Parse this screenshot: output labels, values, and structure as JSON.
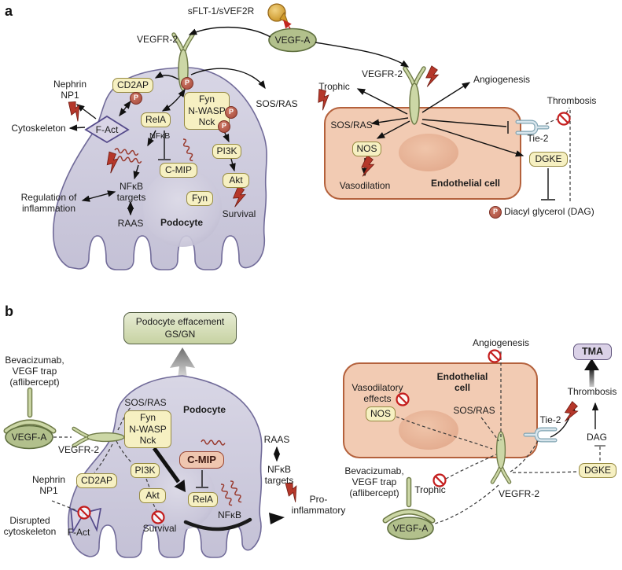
{
  "glyphs": {
    "p": "P"
  },
  "colors": {
    "podocyte_fill": "#cbc8dc",
    "podocyte_stroke": "#716b99",
    "endothelial_fill": "#f2cbb3",
    "endothelial_stroke": "#b4613c",
    "receptor_green": "#ccd7a6",
    "vegfa_green": "#b2c08c",
    "yellow_box": "#f6f0c2",
    "cmip_pink": "#efc6b0",
    "tma_purple": "#dad1e7",
    "accent_red": "#b5372a",
    "prohibition_red": "#c41e1e",
    "gold": "#d9a43a"
  },
  "panel_a": {
    "label": "a",
    "sflt": "sFLT-1/sVEF2R",
    "vegfa": "VEGF-A",
    "podocyte": {
      "vegfr2": "VEGFR-2",
      "nephrin": "Nephrin\nNP1",
      "cytoskeleton": "Cytoskeleton",
      "cd2ap": "CD2AP",
      "fact": "F-Act",
      "rela": "RelA",
      "nfkb": "NFκB",
      "cmip": "C-MIP",
      "fyn_complex": "Fyn\nN-WASP\nNck",
      "sos_ras": "SOS/RAS",
      "pi3k": "PI3K",
      "akt": "Akt",
      "survival": "Survival",
      "fyn": "Fyn",
      "nfkb_targets": "NFκB\ntargets",
      "raas": "RAAS",
      "regulation": "Regulation of\ninflammation",
      "cell": "Podocyte"
    },
    "endothelial": {
      "vegfr2": "VEGFR-2",
      "trophic": "Trophic",
      "angiogenesis": "Angiogenesis",
      "thrombosis": "Thrombosis",
      "sos_ras": "SOS/RAS",
      "nos": "NOS",
      "vasodilation": "Vasodilation",
      "cell": "Endothelial cell",
      "tie2": "Tie-2",
      "dgke": "DGKE",
      "dag": "Diacyl glycerol (DAG)"
    }
  },
  "panel_b": {
    "label": "b",
    "effacement": "Podocyte effacement\nGS/GN",
    "podocyte": {
      "bevacizumab": "Bevacizumab,\nVEGF trap\n(aflibercept)",
      "vegfa": "VEGF-A",
      "vegfr2": "VEGFR-2",
      "sos_ras": "SOS/RAS",
      "fyn_complex": "Fyn\nN-WASP\nNck",
      "cell": "Podocyte",
      "cd2ap": "CD2AP",
      "nephrin": "Nephrin\nNP1",
      "disrupted": "Disrupted\ncytoskeleton",
      "fact": "F-Act",
      "pi3k": "PI3K",
      "akt": "Akt",
      "survival": "Survival",
      "cmip": "C-MIP",
      "rela": "RelA",
      "nfkb": "NFκB",
      "raas": "RAAS",
      "nfkb_targets": "NFκB\ntargets",
      "proinflammatory": "Pro-\ninflammatory"
    },
    "endothelial": {
      "angiogenesis": "Angiogenesis",
      "cell": "Endothelial\ncell",
      "vasodilatory": "Vasodilatory\neffects",
      "nos": "NOS",
      "sos_ras": "SOS/RAS",
      "tie2": "Tie-2",
      "tma": "TMA",
      "thrombosis": "Thrombosis",
      "dag": "DAG",
      "dgke": "DGKE",
      "vegfr2": "VEGFR-2",
      "bevacizumab": "Bevacizumab,\nVEGF trap\n(aflibercept)",
      "vegfa": "VEGF-A",
      "trophic": "Trophic"
    }
  }
}
